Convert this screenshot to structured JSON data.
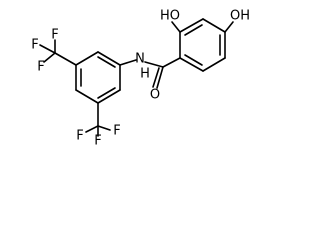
{
  "labels": {
    "n": "N",
    "h_amide": "H",
    "o_carbonyl": "O",
    "oh_ortho": "HO",
    "oh_para": "OH",
    "cf3_upper_c": "F",
    "cf3_upper_f1": "F",
    "cf3_upper_f2": "F",
    "cf3_upper_f3": "F",
    "cf3_lower_f1": "F",
    "cf3_lower_f2": "F",
    "cf3_lower_f3": "F"
  },
  "colors": {
    "ink": "#000000",
    "background": "#ffffff"
  }
}
